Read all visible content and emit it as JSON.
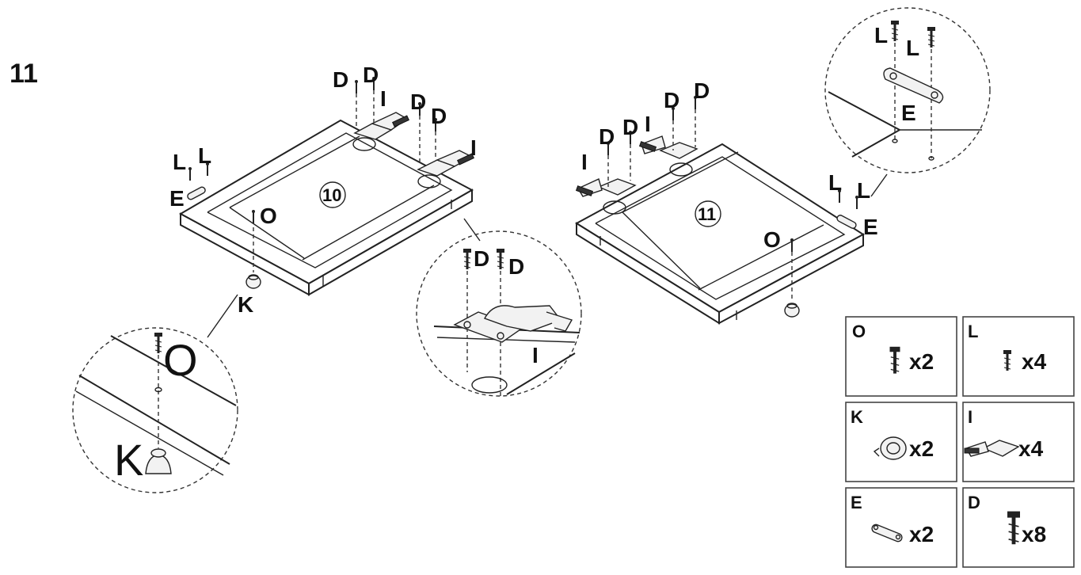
{
  "step_number": "11",
  "panels": {
    "left_panel_number": "10",
    "right_panel_number": "11"
  },
  "labels": {
    "D": "D",
    "I": "I",
    "L": "L",
    "E": "E",
    "O": "O",
    "K": "K"
  },
  "parts_legend": [
    {
      "key": "O",
      "qty": "x2",
      "icon": "screw-icon"
    },
    {
      "key": "L",
      "qty": "x4",
      "icon": "short-screw-icon"
    },
    {
      "key": "K",
      "qty": "x2",
      "icon": "knob-icon"
    },
    {
      "key": "I",
      "qty": "x4",
      "icon": "hinge-icon"
    },
    {
      "key": "E",
      "qty": "x2",
      "icon": "connector-plate-icon"
    },
    {
      "key": "D",
      "qty": "x8",
      "icon": "wood-screw-icon"
    }
  ]
}
